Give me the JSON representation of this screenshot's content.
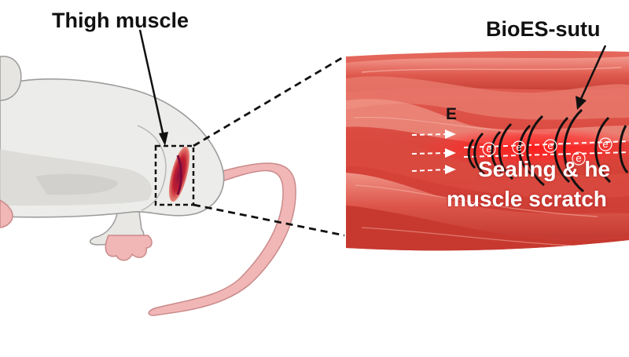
{
  "labels": {
    "thigh_muscle": "Thigh muscle",
    "suture": "BioES-sutu",
    "field_symbol": "E",
    "electron_symbol": "e",
    "caption_line1": "Sealing & he",
    "caption_line2": "muscle scratch"
  },
  "colors": {
    "mouse_body": "#ececea",
    "mouse_outline": "#9b9b9b",
    "tail": "#f1b6b6",
    "wound": "#b01b3a",
    "muscle": "#d8443a",
    "muscle_highlight": "#f08a7e",
    "glow": "#ff2a2a",
    "suture_arcs": "#111111",
    "text_dark": "#111111",
    "text_light": "#ffffff"
  },
  "icons": {
    "mouse": "mouse-illustration",
    "arrow": "arrow-icon"
  }
}
